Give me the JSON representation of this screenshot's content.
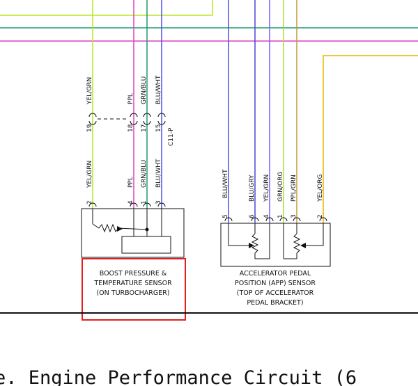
{
  "boost_sensor": {
    "upper_wires": [
      {
        "label": "YEL/GRN",
        "pin": "19",
        "color": "#b5e61d"
      },
      {
        "label": "PPL",
        "pin": "18",
        "color": "#e040c0"
      },
      {
        "label": "GRN/BLU",
        "pin": "17",
        "color": "#1e9b6e"
      },
      {
        "label": "BLU/WHT",
        "pin": "15",
        "color": "#5050e0"
      }
    ],
    "connector_id": "C11-P",
    "lower_wires": [
      {
        "label": "YEL/GRN",
        "pin": "2"
      },
      {
        "label": "PPL",
        "pin": "4"
      },
      {
        "label": "GRN/BLU",
        "pin": "1"
      },
      {
        "label": "BLU/WHT",
        "pin": "3"
      }
    ],
    "caption_lines": [
      "BOOST PRESSURE &",
      "TEMPERATURE SENSOR",
      "(ON TURBOCHARGER)"
    ],
    "highlight_color": "#e02020"
  },
  "app_sensor": {
    "wires": [
      {
        "label": "BLU/WHT",
        "pin": "5",
        "color": "#5050e0"
      },
      {
        "label": "BLU/GRY",
        "pin": "6",
        "color": "#4a46d8"
      },
      {
        "label": "YEL/GRN",
        "pin": "4",
        "color": "#7c5cf0"
      },
      {
        "label": "GRN/ORG",
        "pin": "1",
        "color": "#a8e030"
      },
      {
        "label": "PPL/GRN",
        "pin": "3",
        "color": "#c49a3a"
      },
      {
        "label": "YEL/ORG",
        "pin": "2",
        "color": "#e8b400"
      }
    ],
    "caption_lines": [
      "ACCELERATOR PEDAL",
      "POSITION (APP) SENSOR",
      "(TOP OF ACCELERATOR",
      "PEDAL BRACKET)"
    ]
  },
  "footer_text": "e. Engine Performance Circuit (6"
}
